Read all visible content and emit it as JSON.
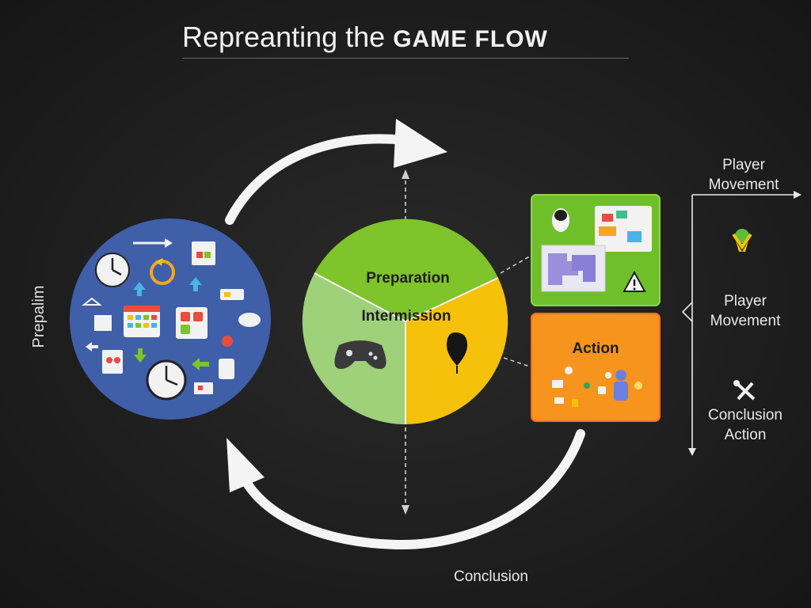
{
  "title": {
    "regular": "Repreanting the",
    "caps": "GAME FLOW"
  },
  "side_label": "Prepalim",
  "center_circle": {
    "segments": [
      {
        "label": "Preparation",
        "color": "#7ec42a"
      },
      {
        "label": "Intermission",
        "color": "#9fd07a"
      },
      {
        "label": "",
        "color": "#f5c10a"
      }
    ]
  },
  "cards": {
    "green": {
      "color": "#6fbf2a"
    },
    "action": {
      "label": "Action",
      "color": "#f7941d"
    }
  },
  "right_panel": {
    "items": [
      {
        "line1": "Player",
        "line2": "Movement"
      },
      {
        "line1": "Player",
        "line2": "Movement"
      },
      {
        "line1": "Conclusion",
        "line2": "Action"
      }
    ]
  },
  "bottom_label": "Conclusion",
  "colors": {
    "background": "#1c1c1c",
    "left_circle": "#3f5fa8",
    "arrow": "#f4f4f4"
  },
  "icons": [
    "clock-icon",
    "calendar-icon",
    "gamepad-icon",
    "map-pin-icon",
    "warning-icon",
    "trophy-icon",
    "tools-icon",
    "player-icon"
  ]
}
